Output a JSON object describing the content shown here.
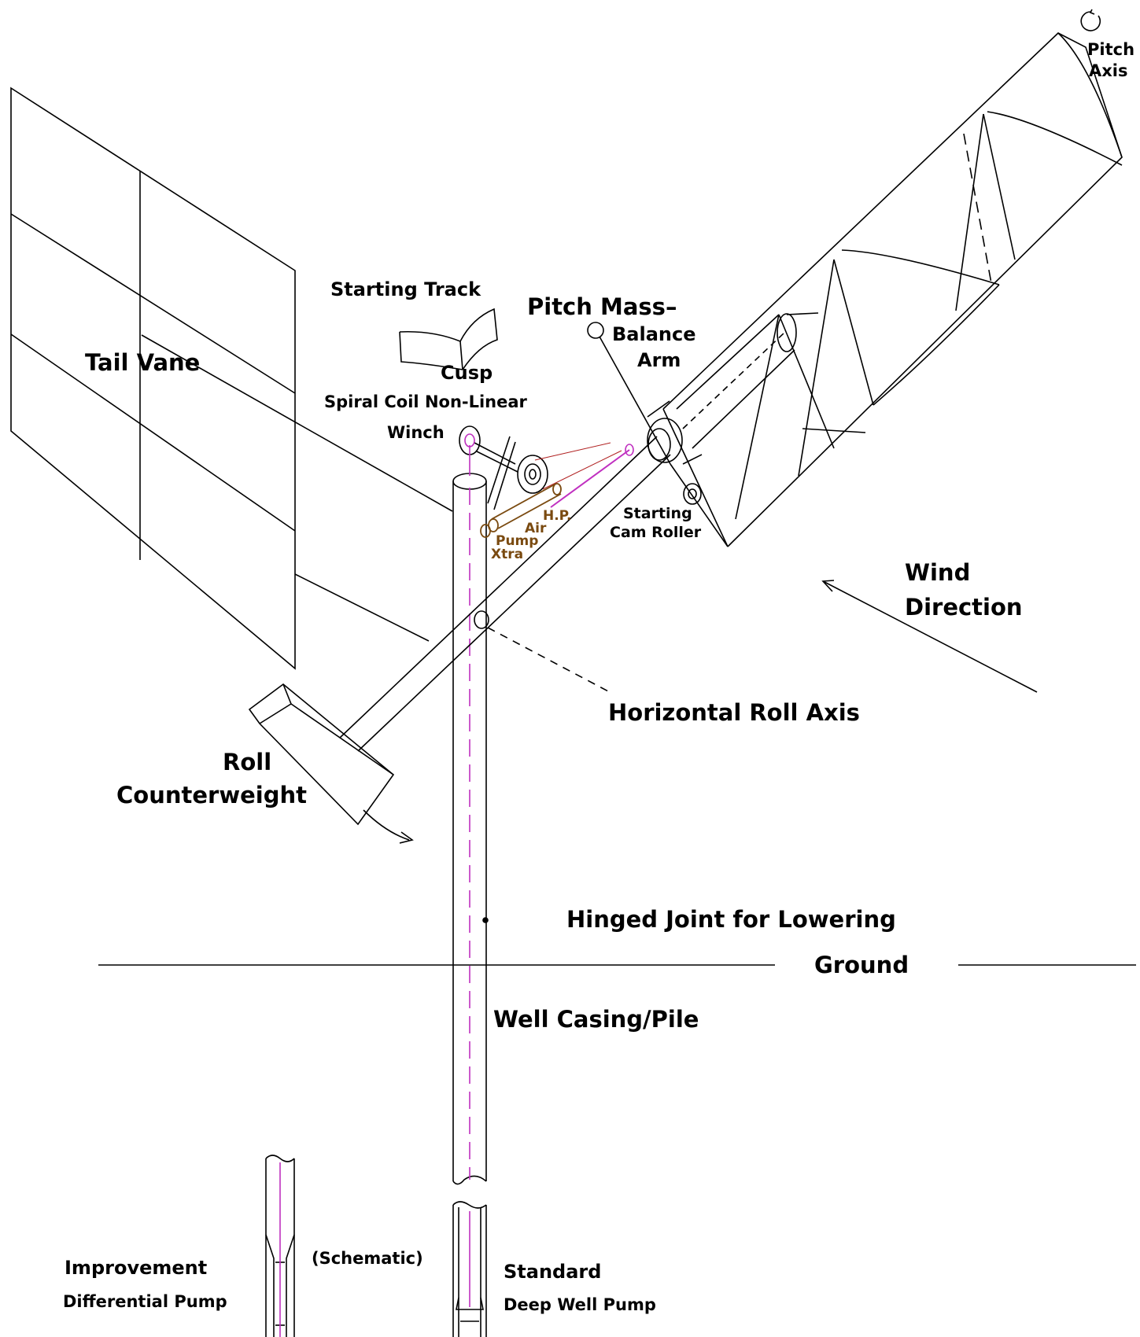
{
  "labels": {
    "pitch_axis_1": "Pitch",
    "pitch_axis_2": "Axis",
    "tail_vane": "Tail  Vane",
    "starting_track": "Starting Track",
    "pitch_mass": "Pitch Mass–",
    "balance": "Balance",
    "arm": "Arm",
    "cusp": "Cusp",
    "spiral_coil": "Spiral Coil  Non-Linear",
    "winch": "Winch",
    "hp": "H.P.",
    "air": "Air",
    "pump": "Pump",
    "xtra": "Xtra",
    "starting": "Starting",
    "cam_roller": "Cam Roller",
    "wind": "Wind",
    "direction": "Direction",
    "horizontal_roll_axis": "Horizontal Roll Axis",
    "roll": "Roll",
    "counterweight": "Counterweight",
    "hinged_joint": "Hinged Joint for Lowering",
    "ground": "Ground",
    "well_casing": "Well Casing/Pile",
    "improvement": "Improvement",
    "differential_pump": "Differential Pump",
    "schematic": "(Schematic)",
    "standard": "Standard",
    "deep_well_pump": "Deep Well Pump"
  },
  "colors": {
    "line": "#000000",
    "pump_rod": "#c030c0",
    "air_pump": "#7a4a10",
    "winch_line": "#b02020"
  }
}
